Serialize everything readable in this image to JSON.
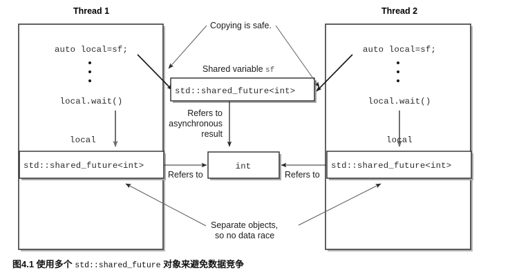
{
  "figure": {
    "caption_prefix": "图4.1 使用多个 ",
    "caption_mono": "std::shared_future",
    "caption_suffix": " 对象来避免数据竞争"
  },
  "threads": [
    {
      "id": "thread-1",
      "title": "Thread 1",
      "code_line_1": "auto local=sf;",
      "code_line_2": "local.wait()",
      "local_label": "local",
      "local_box_text": "std::shared_future<int>",
      "refers_to_label": "Refers to"
    },
    {
      "id": "thread-2",
      "title": "Thread 2",
      "code_line_1": "auto local=sf;",
      "code_line_2": "local.wait()",
      "local_label": "local",
      "local_box_text": "std::shared_future<int>",
      "refers_to_label": "Refers to"
    }
  ],
  "shared": {
    "variable_label_prefix": "Shared variable ",
    "variable_label_mono": "sf",
    "shared_box_text": "std::shared_future<int>",
    "refers_async_line_1": "Refers to",
    "refers_async_line_2": "asynchronous",
    "refers_async_line_3": "result",
    "result_box_text": "int"
  },
  "annotations": {
    "copying_safe": "Copying is safe.",
    "separate_objects_line_1": "Separate objects,",
    "separate_objects_line_2": "so no data race"
  },
  "colors": {
    "panel_stroke": "#3a3a3a",
    "box_stroke": "#2a2a2a",
    "shadow": "#b0b0b0",
    "text": "#1a1a1a",
    "arrow_thin": "#5a5a5a"
  }
}
